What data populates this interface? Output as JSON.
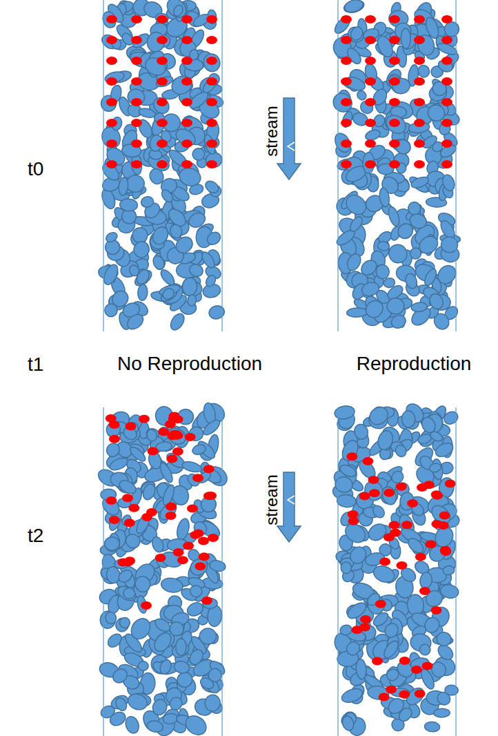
{
  "diagram": {
    "labels": [
      "t0",
      "stream",
      "t1",
      "No Reproduction",
      "Reproduction",
      "t2",
      "stream"
    ]
  }
}
